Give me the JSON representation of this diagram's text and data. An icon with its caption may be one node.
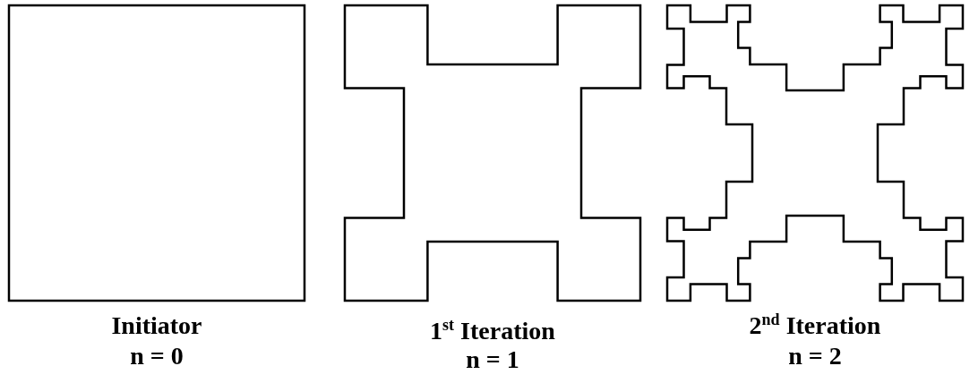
{
  "diagram": {
    "labels": [
      "Initiator",
      "n = 0",
      "1$^{st}$ Iteration",
      "n = 1",
      "2$^{nd}$ Iteration",
      "n = 2"
    ]
  }
}
